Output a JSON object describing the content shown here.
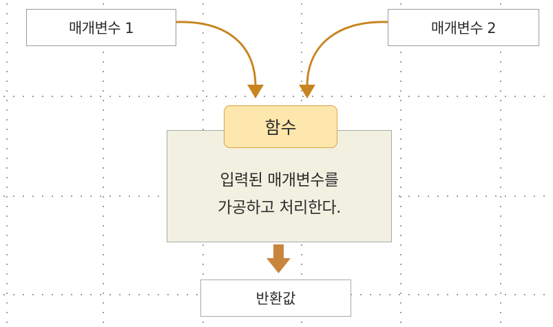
{
  "parameters": [
    {
      "label": "매개변수 1"
    },
    {
      "label": "매개변수 2"
    }
  ],
  "function": {
    "title": "함수",
    "description_line1": "입력된 매개변수를",
    "description_line2": "가공하고 처리한다."
  },
  "return_value": {
    "label": "반환값"
  },
  "colors": {
    "param_arrow": "#c8841f",
    "return_arrow": "#c8853d",
    "function_title_fill": "#fde7ad",
    "function_title_border": "#d9a23f",
    "function_body_fill": "#f2f0e1",
    "grid_dots": "#7a7a7a"
  }
}
